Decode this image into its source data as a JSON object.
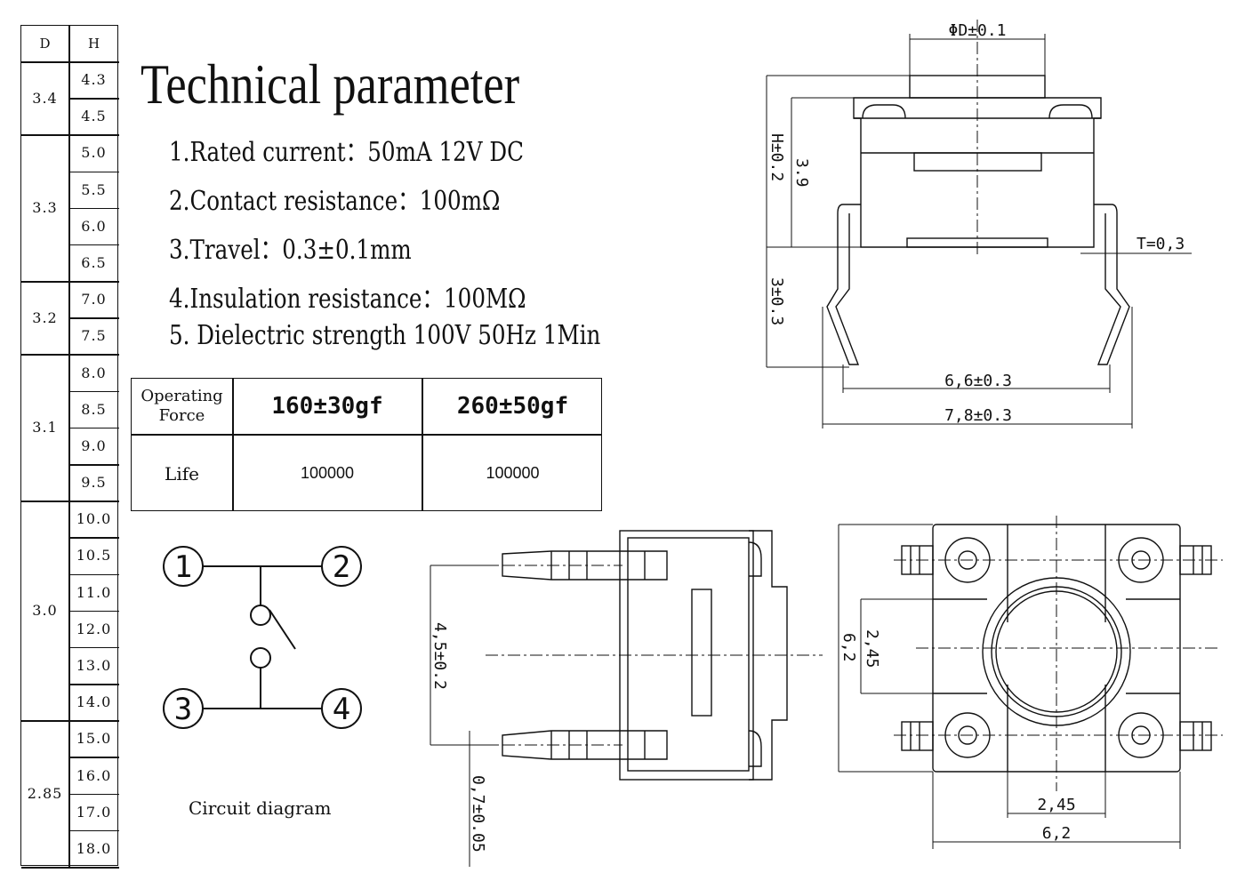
{
  "title": "Technical parameter",
  "parameters": [
    "1.Rated current：50mA 12V DC",
    "2.Contact resistance：100mΩ",
    "3.Travel：0.3±0.1mm",
    "4.Insulation resistance：100MΩ",
    "5. Dielectric strength 100V 50Hz 1Min"
  ],
  "dh_table": {
    "headers": [
      "D",
      "H"
    ],
    "groups": [
      {
        "d": "3.4",
        "h": [
          "4.3",
          "4.5"
        ]
      },
      {
        "d": "3.3",
        "h": [
          "5.0",
          "5.5",
          "6.0",
          "6.5"
        ]
      },
      {
        "d": "3.2",
        "h": [
          "7.0",
          "7.5"
        ]
      },
      {
        "d": "3.1",
        "h": [
          "8.0",
          "8.5",
          "9.0",
          "9.5"
        ]
      },
      {
        "d": "3.0",
        "h": [
          "10.0",
          "10.5",
          "11.0",
          "12.0",
          "13.0",
          "14.0"
        ]
      },
      {
        "d": "2.85",
        "h": [
          "15.0",
          "16.0",
          "17.0",
          "18.0"
        ]
      }
    ]
  },
  "force_table": {
    "force_label": "Operating Force",
    "life_label": "Life",
    "columns": [
      {
        "force": "160±30gf",
        "life": "100000"
      },
      {
        "force": "260±50gf",
        "life": "100000"
      }
    ]
  },
  "circuit": {
    "label": "Circuit diagram",
    "terminals": [
      "1",
      "2",
      "3",
      "4"
    ]
  },
  "dimensions": {
    "top_view": {
      "phi_d": "ΦD±0.1",
      "h": "H±0.2",
      "body_h": "3.9",
      "t": "T=0,3",
      "leg_h": "3±0.3",
      "inner_w": "6,6±0.3",
      "outer_w": "7,8±0.3"
    },
    "side_view": {
      "pin_pitch": "4,5±0.2",
      "pin_w": "0,7±0.05"
    },
    "bottom_view": {
      "height": "6,2",
      "inner": "2,45",
      "width_inner": "2,45",
      "width": "6,2"
    }
  }
}
